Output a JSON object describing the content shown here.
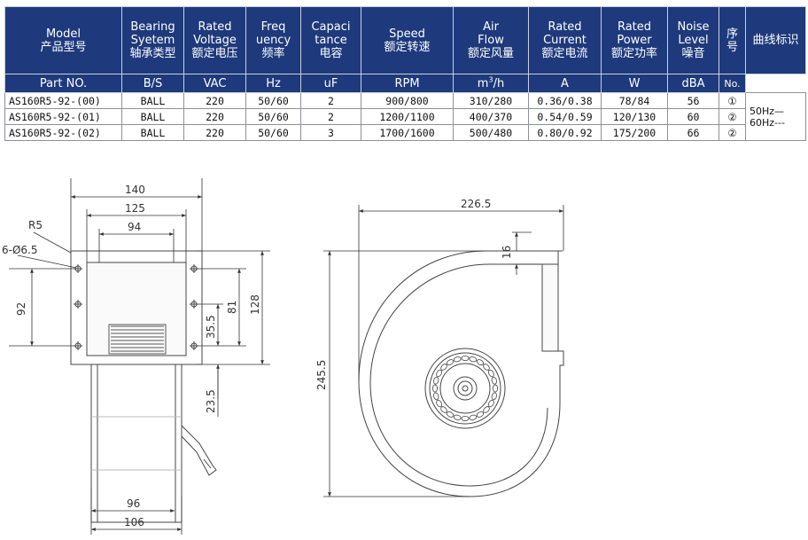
{
  "table": {
    "headers": [
      {
        "en": "Model",
        "cn": "产品型号"
      },
      {
        "en": "Bearing Syetem",
        "en1": "Bearing",
        "en2": "Syetem",
        "cn": "轴承类型"
      },
      {
        "en1": "Rated",
        "en2": "Voltage",
        "cn": "额定电压"
      },
      {
        "en1": "Freq",
        "en2": "uency",
        "cn": "频率"
      },
      {
        "en1": "Capaci",
        "en2": "tance",
        "cn": "电容"
      },
      {
        "en1": "Speed",
        "cn": "额定转速"
      },
      {
        "en1": "Air",
        "en2": "Flow",
        "cn": "额定风量"
      },
      {
        "en1": "Rated",
        "en2": "Current",
        "cn": "额定电流"
      },
      {
        "en1": "Rated",
        "en2": "Power",
        "cn": "额定功率"
      },
      {
        "en1": "Noise",
        "en2": "Level",
        "cn": "噪音"
      },
      {
        "cn1": "序",
        "cn2": "号"
      },
      {
        "cn": "曲线标识"
      }
    ],
    "units": [
      "Part NO.",
      "B/S",
      "VAC",
      "Hz",
      "uF",
      "RPM",
      "m",
      "A",
      "W",
      "dBA",
      "No."
    ],
    "unit_airflow_sup": "3",
    "unit_airflow_suffix": "/h",
    "rows": [
      {
        "part": "AS160R5-92-(00)",
        "bearing": "BALL",
        "voltage": "220",
        "freq": "50/60",
        "cap": "2",
        "speed": "900/800",
        "airflow": "310/280",
        "current": "0.36/0.38",
        "power": "78/84",
        "noise": "56",
        "no": "①"
      },
      {
        "part": "AS160R5-92-(01)",
        "bearing": "BALL",
        "voltage": "220",
        "freq": "50/60",
        "cap": "2",
        "speed": "1200/1100",
        "airflow": "400/370",
        "current": "0.54/0.59",
        "power": "120/130",
        "noise": "60",
        "no": "②"
      },
      {
        "part": "AS160R5-92-(02)",
        "bearing": "BALL",
        "voltage": "220",
        "freq": "50/60",
        "cap": "3",
        "speed": "1700/1600",
        "airflow": "500/480",
        "current": "0.80/0.92",
        "power": "175/200",
        "noise": "66",
        "no": "②"
      }
    ],
    "legend_50": "50Hz—",
    "legend_60": "60Hz---"
  },
  "drawing": {
    "dims": {
      "w140": "140",
      "w125": "125",
      "w94": "94",
      "r5": "R5",
      "holes": "6-Ø6.5",
      "h92": "92",
      "h128": "128",
      "h81": "81",
      "h35": "35.5",
      "h23": "23.5",
      "w96": "96",
      "w106": "106",
      "w226": "226.5",
      "h245": "245.5",
      "h16": "16"
    }
  }
}
